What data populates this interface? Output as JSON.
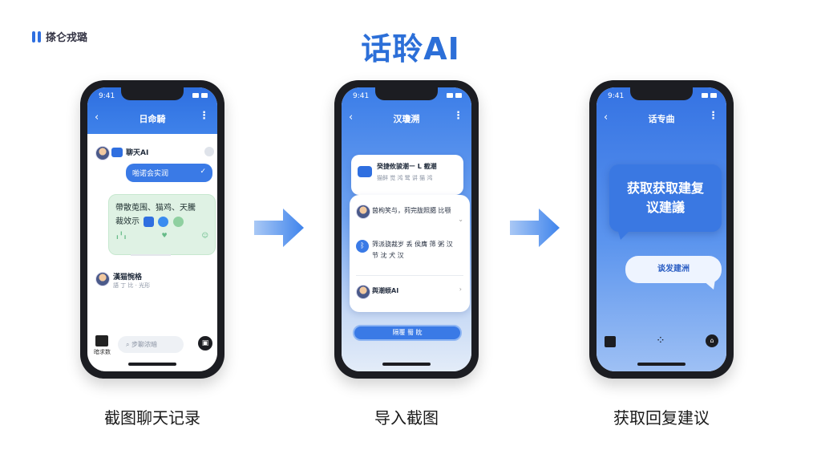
{
  "brand": {
    "name": "搽仑戎璐"
  },
  "title": "话聆AI",
  "colors": {
    "accent": "#2c6fd8",
    "phone_frame": "#1c1d22",
    "bubble_green": "#dff2e4"
  },
  "steps": [
    {
      "caption": "截图聊天记录",
      "status_time": "9:41",
      "header_title": "日命騎",
      "contact_name": "聊天AI",
      "blue_bubble": "啪诺会实润",
      "green_bubble_line1": "帶散莵围、猫鸡、天騰",
      "green_bubble_line2": "裁效示",
      "list_name": "漢猫惋格",
      "list_sub": "語 丁 比 · 光形",
      "tool_label": "暗求数",
      "input_placeholder": "步聊浓暗"
    },
    {
      "caption": "导入截图",
      "status_time": "9:41",
      "header_title": "汉瓊溯",
      "card_title": "癸捷攸骏潮ー L 截潮",
      "card_sub": "猫鲜 觉 鸿 鹭 讲 猫 鸿",
      "row1": "茵枸笑与，茢完胧照臈 比颚",
      "row2_line1": "筛派骁裁岁 丢 侯膺 筛 粥 汉",
      "row2_line2": "节 沈 犬 汉",
      "row3": "舆潮蝡AI",
      "button": "隔覆 蜀 眈"
    },
    {
      "caption": "获取回复建议",
      "status_time": "9:41",
      "header_title": "话专曲",
      "big_bubble_line1": "获取获取建复",
      "big_bubble_line2": "议建議",
      "small_bubble": "谈发建洲"
    }
  ]
}
